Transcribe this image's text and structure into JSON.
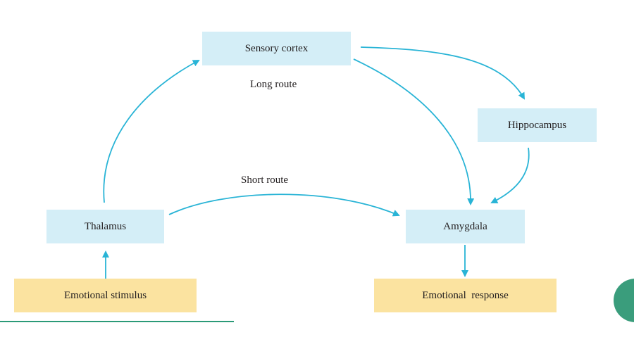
{
  "nodes": {
    "sensory_cortex": "Sensory cortex",
    "hippocampus": "Hippocampus",
    "thalamus": "Thalamus",
    "amygdala": "Amygdala",
    "emotional_stimulus": "Emotional stimulus",
    "emotional_response": "Emotional  response"
  },
  "routes": {
    "long": "Long route",
    "short": "Short route"
  },
  "colors": {
    "node_fill": "#d4eef7",
    "endpoint_fill": "#fbe3a0",
    "arrow": "#29b4d6",
    "accent": "#3a9d7c"
  }
}
